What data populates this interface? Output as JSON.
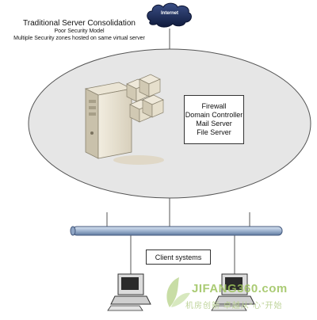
{
  "title": {
    "main": "Traditional Server Consolidation",
    "line2": "Poor Security Model",
    "line3": "Multiple Security zones hosted on same virtual server"
  },
  "cloud": {
    "label": "Internet"
  },
  "server_box": {
    "lines": [
      "Firewall",
      "Domain Controller",
      "Mail Server",
      "File Server"
    ]
  },
  "client_box": {
    "label": "Client systems"
  },
  "watermark": {
    "brand": "JIFANG360.com",
    "slogan": "机房创新 卓越从“心”开始"
  },
  "colors": {
    "ellipse_fill": "#e6e6e6",
    "bus": "#9fb4d0",
    "cloud": "#1b2a55"
  }
}
